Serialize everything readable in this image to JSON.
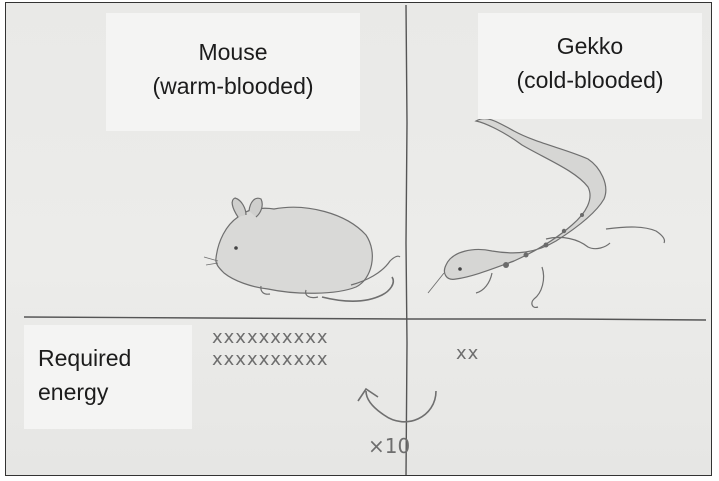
{
  "mouse_label": {
    "line1": "Mouse",
    "line2": "(warm-blooded)"
  },
  "gekko_label": {
    "line1": "Gekko",
    "line2": "(cold-blooded)"
  },
  "energy_label": {
    "line1": "Required",
    "line2": "energy"
  },
  "mouse_energy": {
    "row1": "xxxxxxxxxx",
    "row2": "xxxxxxxxxx"
  },
  "gekko_energy": {
    "marks": "xx"
  },
  "factor": {
    "text": "×10"
  },
  "colors": {
    "paper": "#ebebe9",
    "pencil": "#7b7b7b",
    "label_box": "#f4f4f3",
    "text": "#1c1c1c"
  }
}
